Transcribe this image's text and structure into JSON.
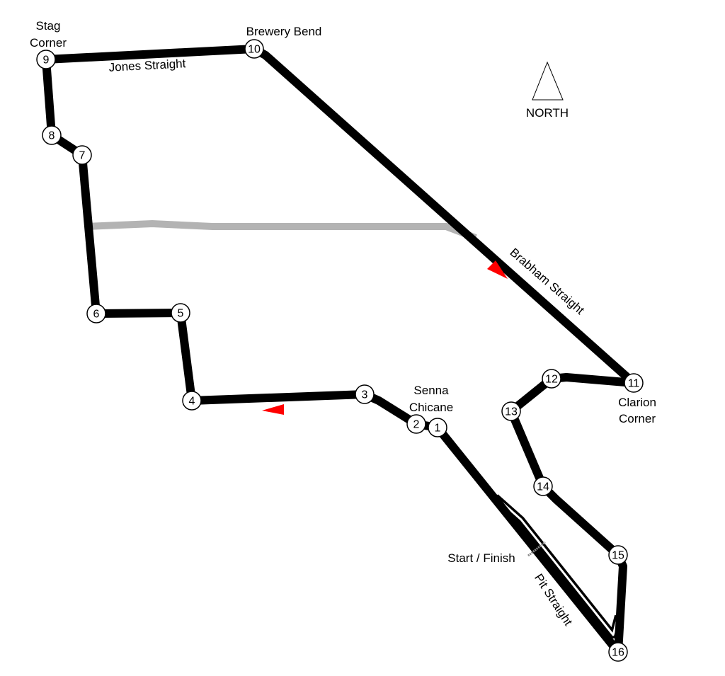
{
  "title": "Race circuit map",
  "north_label": "NORTH",
  "corners": [
    "1",
    "2",
    "3",
    "4",
    "5",
    "6",
    "7",
    "8",
    "9",
    "10",
    "11",
    "12",
    "13",
    "14",
    "15",
    "16"
  ],
  "labels": {
    "stag_1": "Stag",
    "stag_2": "Corner",
    "brewery": "Brewery Bend",
    "jones": "Jones Straight",
    "brabham": "Brabham Straight",
    "senna_1": "Senna",
    "senna_2": "Chicane",
    "clarion_1": "Clarion",
    "clarion_2": "Corner",
    "start_finish": "Start / Finish",
    "pit": "Pit Straight"
  },
  "colors": {
    "track": "#000000",
    "old_road": "#b3b3b3",
    "direction_arrow": "#ff0000"
  }
}
